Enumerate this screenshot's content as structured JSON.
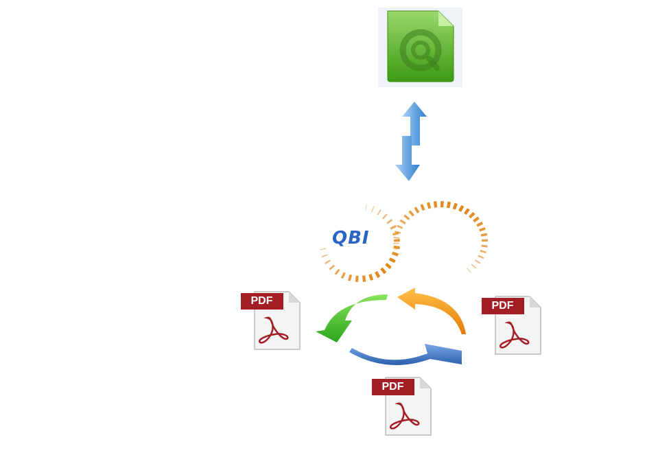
{
  "logo": {
    "text": "QBI"
  },
  "pdf_icons": [
    {
      "label": "PDF"
    },
    {
      "label": "PDF"
    },
    {
      "label": "PDF"
    }
  ],
  "colors": {
    "qv_green": "#5db526",
    "arrow_blue": "#4a90d9",
    "qbi_blue": "#2a64c4",
    "qbi_orange": "#e08a1e",
    "cycle_green": "#3fbf2a",
    "cycle_orange": "#f39a1a",
    "cycle_blue": "#3f78c8",
    "pdf_red": "#a31d24"
  },
  "icons": [
    "qlikview-file-icon",
    "bidirectional-arrow-icon",
    "qbi-logo",
    "refresh-cycle-icon",
    "pdf-file-icon"
  ]
}
